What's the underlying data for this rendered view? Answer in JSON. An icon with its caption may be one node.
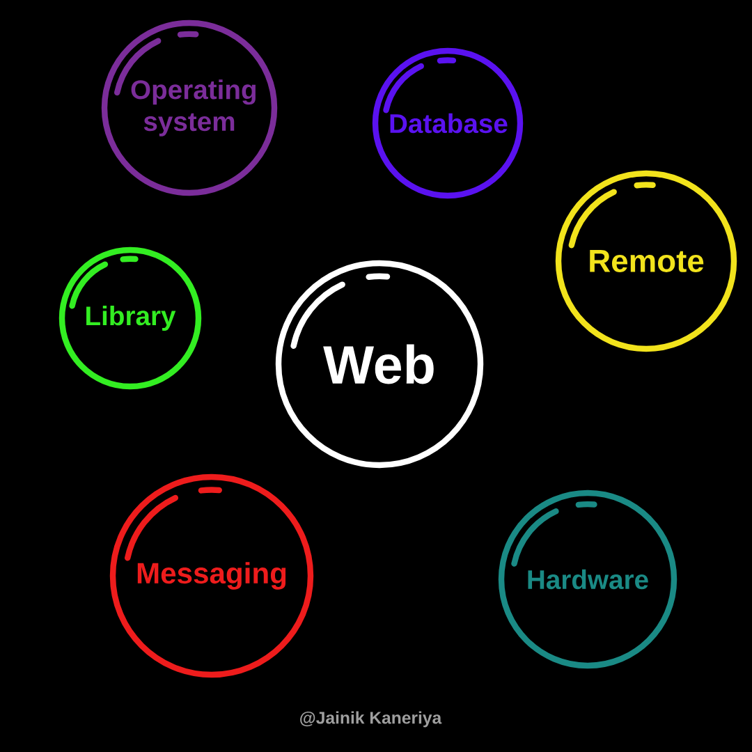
{
  "diagram": {
    "nodes": [
      {
        "text": [
          "Operating system"
        ]
      },
      {
        "text": [
          "Database"
        ]
      },
      {
        "text": [
          "Remote"
        ]
      },
      {
        "text": [
          "Library"
        ]
      },
      {
        "text": [
          "Web"
        ]
      },
      {
        "text": [
          "Messaging"
        ]
      },
      {
        "text": [
          "Hardware"
        ]
      }
    ],
    "labels": [
      "@Jainik Kaneriya"
    ]
  }
}
